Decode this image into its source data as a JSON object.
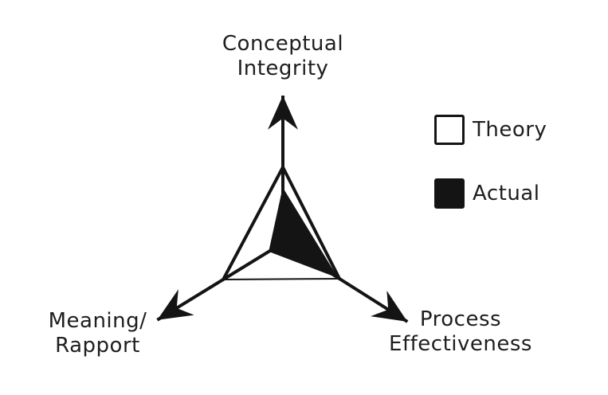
{
  "chart_data": {
    "type": "radar",
    "style": "hand-drawn scanned diagram, three axes with outward arrows",
    "ink_color": "#141414",
    "background": "#ffffff",
    "axes": [
      {
        "id": "conceptual_integrity",
        "label": "Conceptual Integrity",
        "label_lines": [
          "Conceptual",
          "Integrity"
        ],
        "direction": "up"
      },
      {
        "id": "meaning_rapport",
        "label": "Meaning/Rapport",
        "label_lines": [
          "Meaning/",
          "Rapport"
        ],
        "direction": "down-left"
      },
      {
        "id": "process_effectiveness",
        "label": "Process Effectiveness",
        "label_lines": [
          "Process",
          "Effectiveness"
        ],
        "direction": "down-right"
      }
    ],
    "series": [
      {
        "name": "Theory",
        "fill": "none",
        "values": {
          "conceptual_integrity": 1.0,
          "meaning_rapport": 1.0,
          "process_effectiveness": 1.0
        }
      },
      {
        "name": "Actual",
        "fill": "#141414",
        "values": {
          "conceptual_integrity": 0.72,
          "meaning_rapport": 0.23,
          "process_effectiveness": 0.96
        }
      }
    ],
    "legend": {
      "position": "top-right",
      "items": [
        {
          "label": "Theory",
          "swatch_fill": "#ffffff",
          "swatch_border": "#141414"
        },
        {
          "label": "Actual",
          "swatch_fill": "#141414",
          "swatch_border": "#141414"
        }
      ]
    }
  }
}
